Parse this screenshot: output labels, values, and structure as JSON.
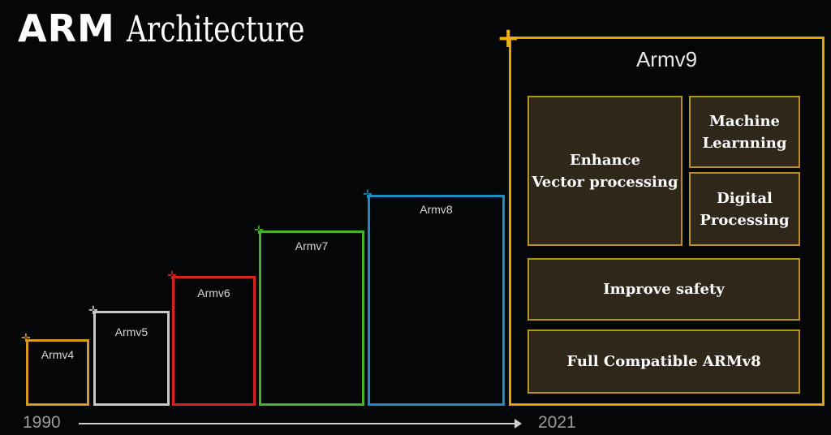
{
  "title": {
    "bold": "ARM",
    "light": "Architecture"
  },
  "generations": [
    {
      "label": "Armv4",
      "color": "#d69a1e"
    },
    {
      "label": "Armv5",
      "color": "#c9c9c9"
    },
    {
      "label": "Armv6",
      "color": "#d7231f"
    },
    {
      "label": "Armv7",
      "color": "#46b32a"
    },
    {
      "label": "Armv8",
      "color": "#1e8ac2"
    }
  ],
  "armv9": {
    "label": "Armv9",
    "color": "#e1a20d",
    "features": {
      "vector": [
        "Enhance",
        "Vector processing"
      ],
      "ml": [
        "Machine",
        "Learnning"
      ],
      "digital": [
        "Digital",
        "Processing"
      ],
      "safety": "Improve safety",
      "compat": "Full Compatible ARMv8"
    }
  },
  "timeline": {
    "start": "1990",
    "end": "2021"
  },
  "plus_glyph": "+",
  "small_plus_glyph": "✛"
}
